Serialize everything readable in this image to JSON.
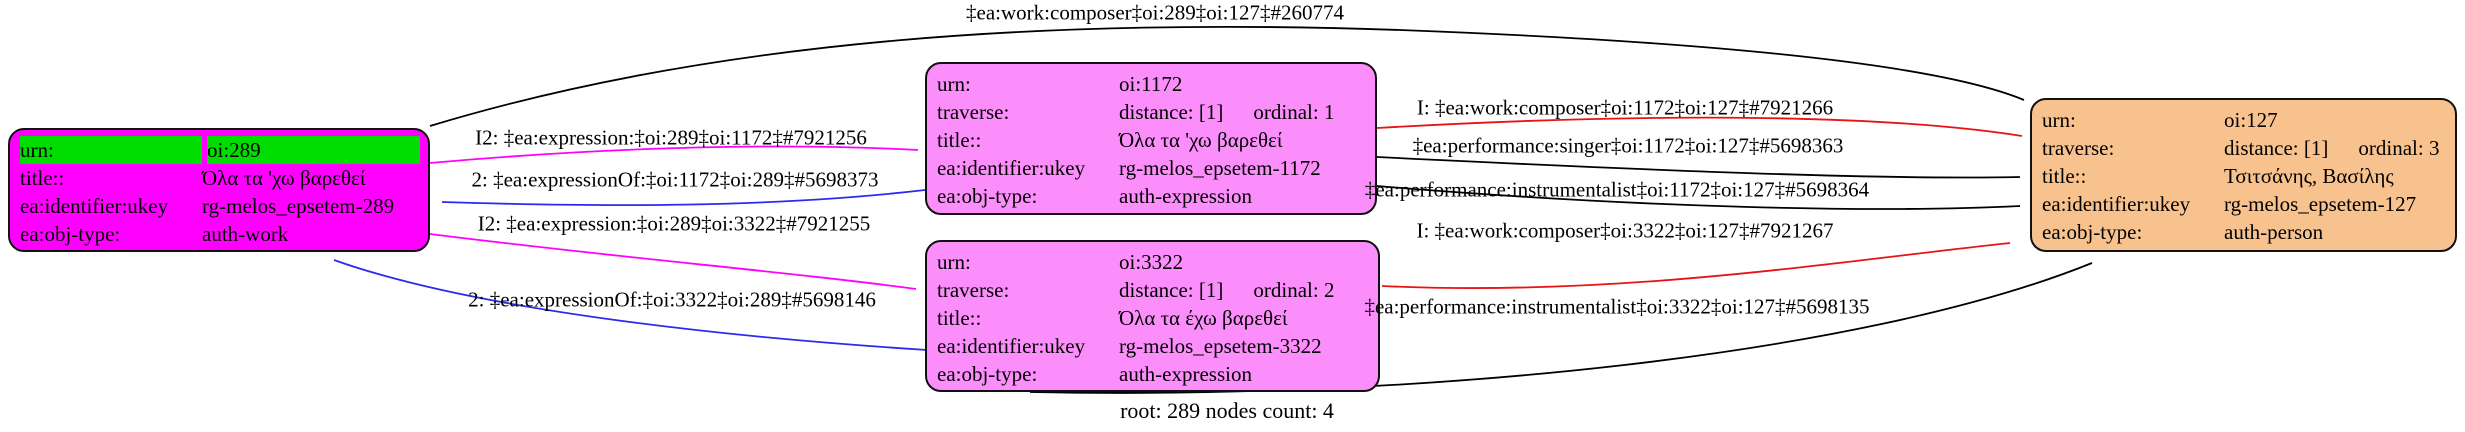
{
  "footer": {
    "label": "root: 289 nodes count: 4"
  },
  "colors": {
    "work_node_fill": "#ff00ff",
    "expression_node_fill": "#fc8efc",
    "person_node_fill": "#f8c28e",
    "urn_highlight": "#00dd00",
    "edge_black": "#000000",
    "edge_red": "#e81313",
    "edge_magenta": "#ff00ff",
    "edge_blue": "#2b2bee"
  },
  "nodes": {
    "work289": {
      "rows": [
        {
          "key": "urn:",
          "value": "oi:289"
        },
        {
          "key": "title::",
          "value": "Όλα τα 'χω βαρεθεί"
        },
        {
          "key": "ea:identifier:ukey",
          "value": "rg-melos_epsetem-289"
        },
        {
          "key": "ea:obj-type:",
          "value": "auth-work"
        }
      ]
    },
    "expr1172": {
      "rows": [
        {
          "key": "urn:",
          "value": "oi:1172"
        },
        {
          "key": "traverse:",
          "value": "distance: [1]",
          "extra": "ordinal: 1"
        },
        {
          "key": "title::",
          "value": "Όλα τα 'χω βαρεθεί"
        },
        {
          "key": "ea:identifier:ukey",
          "value": "rg-melos_epsetem-1172"
        },
        {
          "key": "ea:obj-type:",
          "value": "auth-expression"
        }
      ]
    },
    "expr3322": {
      "rows": [
        {
          "key": "urn:",
          "value": "oi:3322"
        },
        {
          "key": "traverse:",
          "value": "distance: [1]",
          "extra": "ordinal: 2"
        },
        {
          "key": "title::",
          "value": "Όλα τα έχω βαρεθεί"
        },
        {
          "key": "ea:identifier:ukey",
          "value": "rg-melos_epsetem-3322"
        },
        {
          "key": "ea:obj-type:",
          "value": "auth-expression"
        }
      ]
    },
    "person127": {
      "rows": [
        {
          "key": "urn:",
          "value": "oi:127"
        },
        {
          "key": "traverse:",
          "value": "distance: [1]",
          "extra": "ordinal: 3"
        },
        {
          "key": "title::",
          "value": "Τσιτσάνης, Βασίλης"
        },
        {
          "key": "ea:identifier:ukey",
          "value": "rg-melos_epsetem-127"
        },
        {
          "key": "ea:obj-type:",
          "value": "auth-person"
        }
      ]
    }
  },
  "edges": {
    "composer_289_127": {
      "label": "‡ea:work:composer‡oi:289‡oi:127‡#260774",
      "color": "#000000"
    },
    "expression_289_1172": {
      "label": "I2: ‡ea:expression:‡oi:289‡oi:1172‡#7921256",
      "color": "#ff00ff"
    },
    "expressionOf_1172_289": {
      "label": "2: ‡ea:expressionOf:‡oi:1172‡oi:289‡#5698373",
      "color": "#2b2bee"
    },
    "expression_289_3322": {
      "label": "I2: ‡ea:expression:‡oi:289‡oi:3322‡#7921255",
      "color": "#ff00ff"
    },
    "expressionOf_3322_289": {
      "label": "2: ‡ea:expressionOf:‡oi:3322‡oi:289‡#5698146",
      "color": "#2b2bee"
    },
    "composer_1172_127": {
      "label": "I: ‡ea:work:composer‡oi:1172‡oi:127‡#7921266",
      "color": "#e81313"
    },
    "singer_1172_127": {
      "label": "‡ea:performance:singer‡oi:1172‡oi:127‡#5698363",
      "color": "#000000"
    },
    "instrumentalist_1172_127": {
      "label": "‡ea:performance:instrumentalist‡oi:1172‡oi:127‡#5698364",
      "color": "#000000"
    },
    "composer_3322_127": {
      "label": "I: ‡ea:work:composer‡oi:3322‡oi:127‡#7921267",
      "color": "#e81313"
    },
    "instrumentalist_3322_127": {
      "label": "‡ea:performance:instrumentalist‡oi:3322‡oi:127‡#5698135",
      "color": "#000000"
    }
  }
}
